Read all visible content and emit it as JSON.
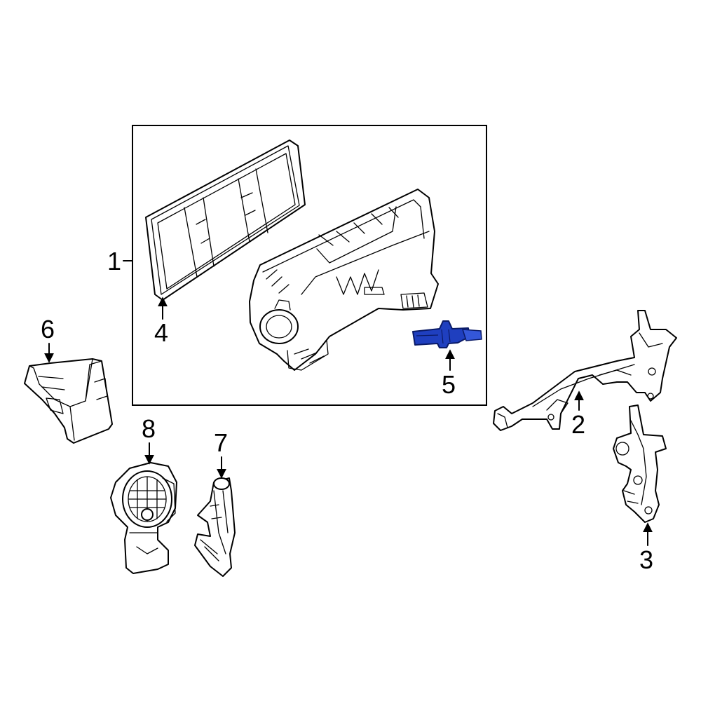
{
  "callouts": {
    "c1": "1",
    "c2": "2",
    "c3": "3",
    "c4": "4",
    "c5": "5",
    "c6": "6",
    "c7": "7",
    "c8": "8"
  },
  "highlight_color": "#1f3fbf",
  "highlighted_part": "5"
}
